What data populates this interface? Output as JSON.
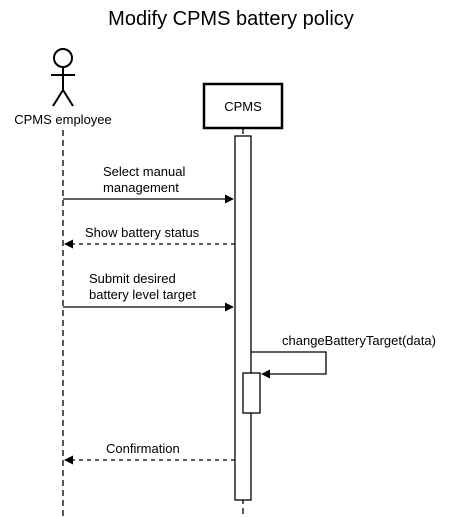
{
  "title": "Modify CPMS battery policy",
  "actor": {
    "label": "CPMS employee",
    "icon": "stick-figure-icon"
  },
  "participant": {
    "label": "CPMS"
  },
  "messages": [
    {
      "id": "select-manual",
      "lines": [
        "Select manual",
        "management"
      ],
      "style": "solid",
      "direction": "actor-to-participant"
    },
    {
      "id": "show-battery",
      "lines": [
        "Show battery status"
      ],
      "style": "dashed",
      "direction": "participant-to-actor"
    },
    {
      "id": "submit-target",
      "lines": [
        "Submit desired",
        "battery level target"
      ],
      "style": "solid",
      "direction": "actor-to-participant"
    },
    {
      "id": "change-target",
      "lines": [
        "changeBatteryTarget(data)"
      ],
      "style": "solid",
      "direction": "self-call"
    },
    {
      "id": "confirmation",
      "lines": [
        "Confirmation"
      ],
      "style": "dashed",
      "direction": "participant-to-actor"
    }
  ]
}
